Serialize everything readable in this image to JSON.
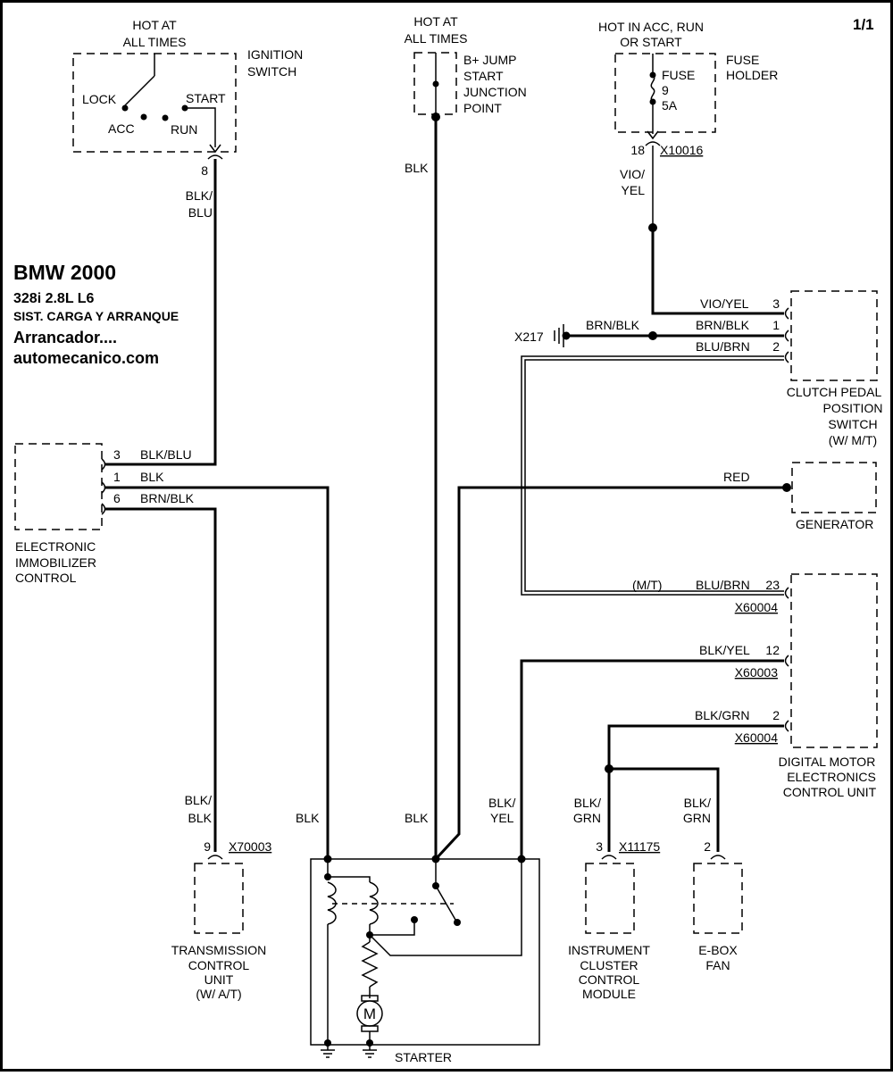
{
  "page": {
    "number": "1/1"
  },
  "title": {
    "make_year": "BMW  2000",
    "model": "328i  2.8L  L6",
    "system": "SIST. CARGA Y ARRANQUE",
    "subject": "Arrancador....",
    "site": "automecanico.com"
  },
  "ignition_switch": {
    "hot_line1": "HOT AT",
    "hot_line2": "ALL TIMES",
    "name_line1": "IGNITION",
    "name_line2": "SWITCH",
    "pos_lock": "LOCK",
    "pos_acc": "ACC",
    "pos_run": "RUN",
    "pos_start": "START",
    "pin": "8",
    "wire_line1": "BLK/",
    "wire_line2": "BLU"
  },
  "jump_start": {
    "hot_line1": "HOT AT",
    "hot_line2": "ALL TIMES",
    "name_line1": "B+ JUMP",
    "name_line2": "START",
    "name_line3": "JUNCTION",
    "name_line4": "POINT",
    "wire": "BLK"
  },
  "fuse_holder": {
    "hot_line1": "HOT IN ACC, RUN",
    "hot_line2": "OR START",
    "name_line1": "FUSE",
    "name_line2": "HOLDER",
    "fuse_label": "FUSE",
    "fuse_number": "9",
    "fuse_rating": "5A",
    "pin": "18",
    "connector": "X10016",
    "wire_line1": "VIO/",
    "wire_line2": "YEL"
  },
  "clutch_switch": {
    "name_line1": "CLUTCH PEDAL",
    "name_line2": "POSITION",
    "name_line3": "SWITCH",
    "name_line4": "(W/ M/T)",
    "pins": [
      {
        "wire": "VIO/YEL",
        "pin": "3"
      },
      {
        "wire": "BRN/BLK",
        "pin": "1"
      },
      {
        "wire": "BLU/BRN",
        "pin": "2"
      }
    ],
    "ground": "X217",
    "ground_wire": "BRN/BLK"
  },
  "immobilizer": {
    "name_line1": "ELECTRONIC",
    "name_line2": "IMMOBILIZER",
    "name_line3": "CONTROL",
    "pins": [
      {
        "pin": "3",
        "wire": "BLK/BLU"
      },
      {
        "pin": "1",
        "wire": "BLK"
      },
      {
        "pin": "6",
        "wire": "BRN/BLK"
      }
    ]
  },
  "generator": {
    "name": "GENERATOR",
    "wire": "RED"
  },
  "dme": {
    "name_line1": "DIGITAL MOTOR",
    "name_line2": "ELECTRONICS",
    "name_line3": "CONTROL UNIT",
    "pins": [
      {
        "note": "(M/T)",
        "wire": "BLU/BRN",
        "pin": "23",
        "connector": "X60004"
      },
      {
        "wire": "BLK/YEL",
        "pin": "12",
        "connector": "X60003"
      },
      {
        "wire": "BLK/GRN",
        "pin": "2",
        "connector": "X60004"
      }
    ]
  },
  "tcu": {
    "name_line1": "TRANSMISSION",
    "name_line2": "CONTROL",
    "name_line3": "UNIT",
    "name_line4": "(W/ A/T)",
    "pin": "9",
    "connector": "X70003",
    "wire_line1": "BLK/",
    "wire_line2": "BLK"
  },
  "starter": {
    "name": "STARTER",
    "motor_symbol": "M",
    "wire_blk_left": "BLK",
    "wire_blk_mid": "BLK",
    "wire_yel_line1": "BLK/",
    "wire_yel_line2": "YEL"
  },
  "instrument_cluster": {
    "name_line1": "INSTRUMENT",
    "name_line2": "CLUSTER",
    "name_line3": "CONTROL",
    "name_line4": "MODULE",
    "pin": "3",
    "connector": "X11175",
    "wire_line1": "BLK/",
    "wire_line2": "GRN"
  },
  "ebox_fan": {
    "name_line1": "E-BOX",
    "name_line2": "FAN",
    "pin": "2",
    "wire_line1": "BLK/",
    "wire_line2": "GRN"
  }
}
